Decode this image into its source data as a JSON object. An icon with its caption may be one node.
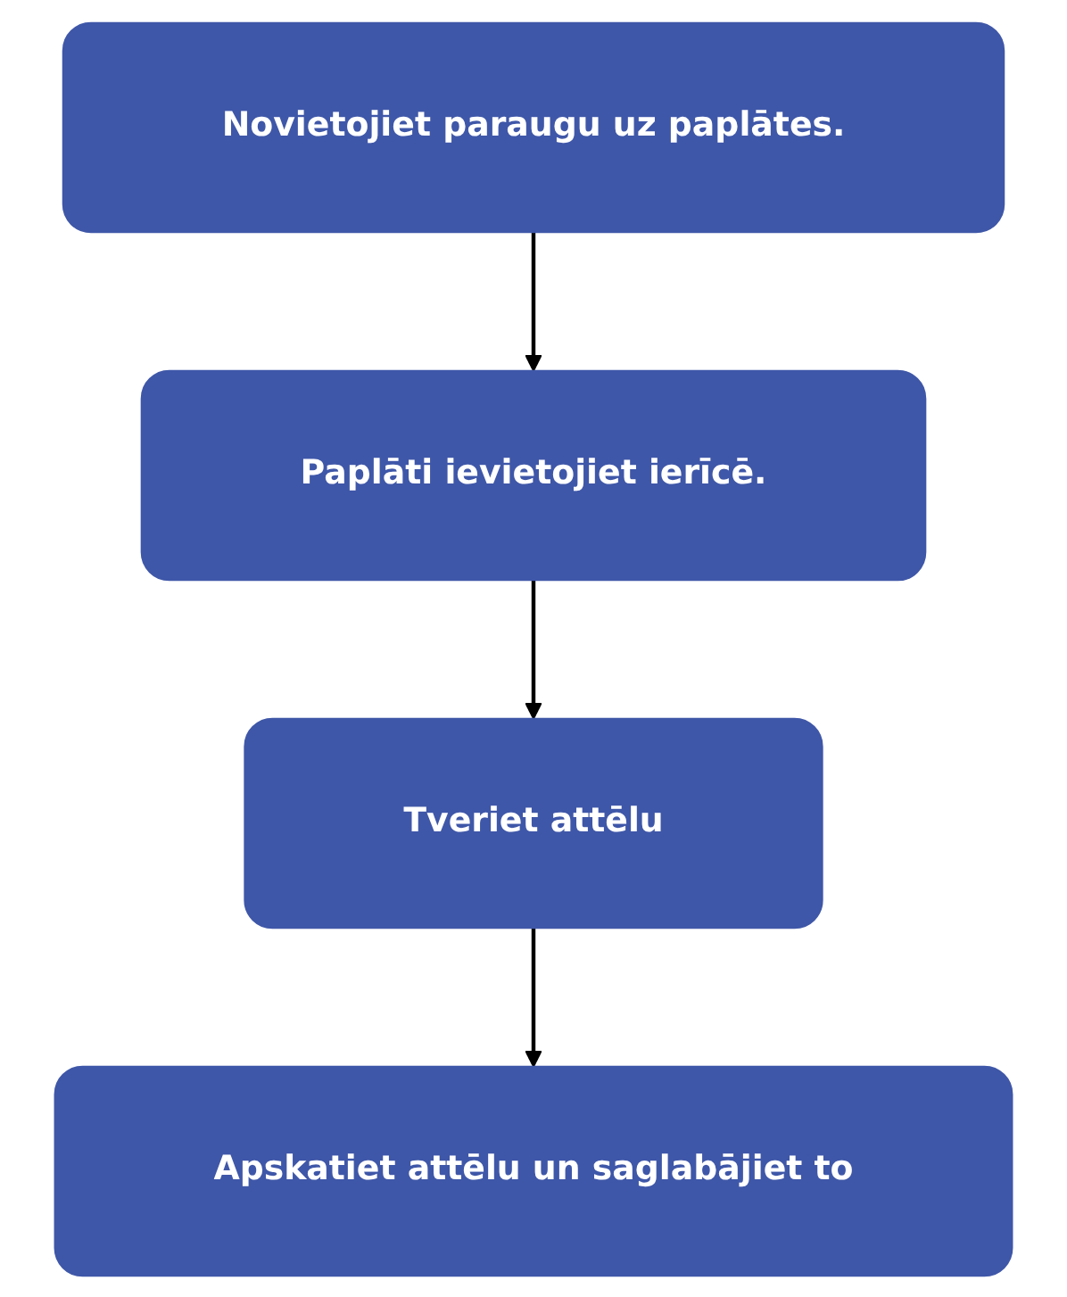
{
  "diagram": {
    "nodes": [
      {
        "text": [
          "Novietojiet paraugu uz paplātes."
        ]
      },
      {
        "text": [
          "Paplāti ievietojiet ierīcē."
        ]
      },
      {
        "text": [
          "Tveriet attēlu"
        ]
      },
      {
        "text": [
          "Apskatiet attēlu un saglabājiet to"
        ]
      }
    ],
    "edges": [
      {
        "from": 0,
        "to": 1,
        "arrow": "to"
      },
      {
        "from": 1,
        "to": 2,
        "arrow": "to"
      },
      {
        "from": 2,
        "to": 3,
        "arrow": "to"
      }
    ]
  }
}
